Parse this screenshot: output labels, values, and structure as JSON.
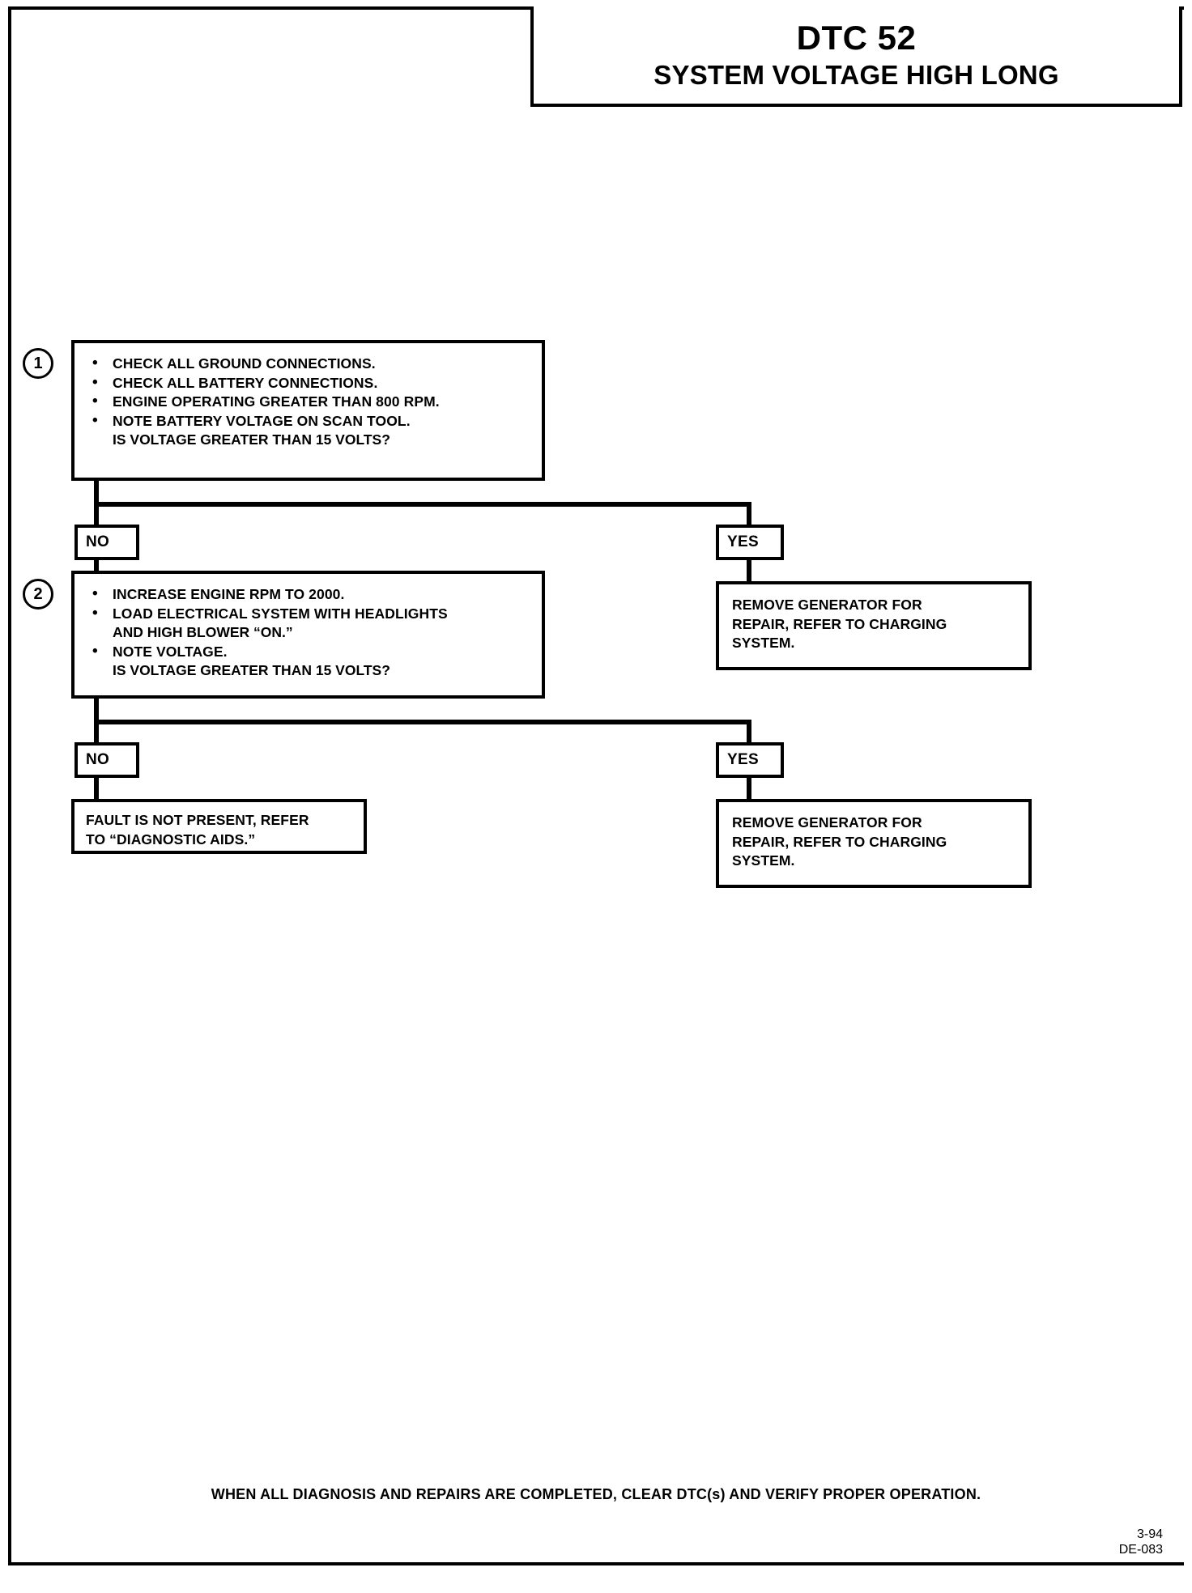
{
  "header": {
    "code": "DTC 52",
    "description": "SYSTEM VOLTAGE HIGH LONG"
  },
  "steps": [
    {
      "number": "1",
      "bullets": [
        "CHECK ALL GROUND CONNECTIONS.",
        "CHECK ALL BATTERY CONNECTIONS.",
        "ENGINE OPERATING GREATER THAN 800 RPM.",
        "NOTE BATTERY VOLTAGE ON SCAN TOOL."
      ],
      "continuation": "IS VOLTAGE GREATER THAN 15 VOLTS?"
    },
    {
      "number": "2",
      "bullets": [
        "INCREASE ENGINE RPM TO 2000.",
        "LOAD ELECTRICAL SYSTEM WITH HEADLIGHTS",
        "NOTE VOLTAGE."
      ],
      "bullet2_line2": "AND HIGH BLOWER “ON.”",
      "continuation": "IS VOLTAGE GREATER THAN 15 VOLTS?"
    }
  ],
  "branches": {
    "step1_no": "NO",
    "step1_yes": "YES",
    "step2_no": "NO",
    "step2_yes": "YES"
  },
  "outcomes": {
    "step1_yes_action": "REMOVE GENERATOR FOR REPAIR, REFER TO CHARGING SYSTEM.",
    "step2_yes_action": "REMOVE GENERATOR FOR REPAIR, REFER TO CHARGING SYSTEM.",
    "step2_no_action": "FAULT IS NOT PRESENT, REFER TO “DIAGNOSTIC AIDS.”",
    "step1_yes_action_lines": [
      "REMOVE GENERATOR FOR",
      "REPAIR, REFER TO CHARGING",
      "SYSTEM."
    ],
    "step2_yes_action_lines": [
      "REMOVE GENERATOR FOR",
      "REPAIR, REFER TO CHARGING",
      "SYSTEM."
    ],
    "step2_no_action_lines": [
      "FAULT IS NOT PRESENT, REFER",
      "TO “DIAGNOSTIC AIDS.”"
    ]
  },
  "footer": {
    "note": "WHEN ALL DIAGNOSIS AND REPAIRS ARE COMPLETED, CLEAR DTC(s) AND VERIFY PROPER OPERATION.",
    "date_code": "3-94",
    "doc_code": "DE-083"
  },
  "colors": {
    "ink": "#000000",
    "paper": "#ffffff"
  }
}
